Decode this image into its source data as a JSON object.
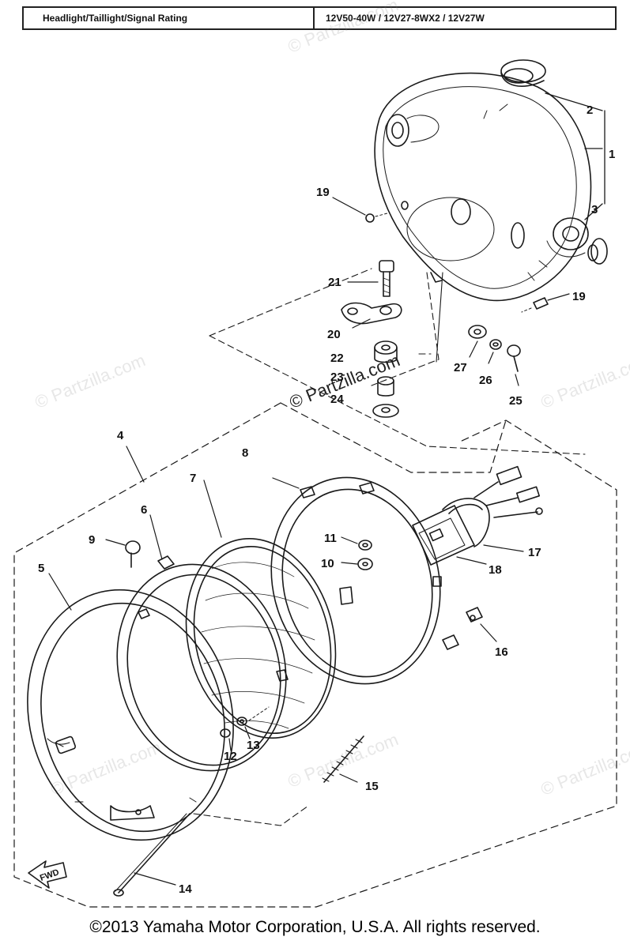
{
  "header": {
    "left_text": "Headlight/Taillight/Signal Rating",
    "right_text": "12V50-40W / 12V27-8WX2 / 12V27W"
  },
  "footer": {
    "copyright": "©2013  Yamaha Motor Corporation, U.S.A. All rights reserved."
  },
  "watermark": {
    "text": "© Partzilla.com"
  },
  "fwd_label": "FWD",
  "part_numbers": {
    "p1": "1",
    "p2": "2",
    "p3": "3",
    "p4": "4",
    "p5": "5",
    "p6": "6",
    "p7": "7",
    "p8": "8",
    "p9": "9",
    "p10": "10",
    "p11": "11",
    "p12": "12",
    "p13": "13",
    "p14": "14",
    "p15": "15",
    "p16": "16",
    "p17": "17",
    "p18": "18",
    "p19a": "19",
    "p19b": "19",
    "p20": "20",
    "p21": "21",
    "p22": "22",
    "p23": "23",
    "p24": "24",
    "p25": "25",
    "p26": "26",
    "p27": "27"
  }
}
